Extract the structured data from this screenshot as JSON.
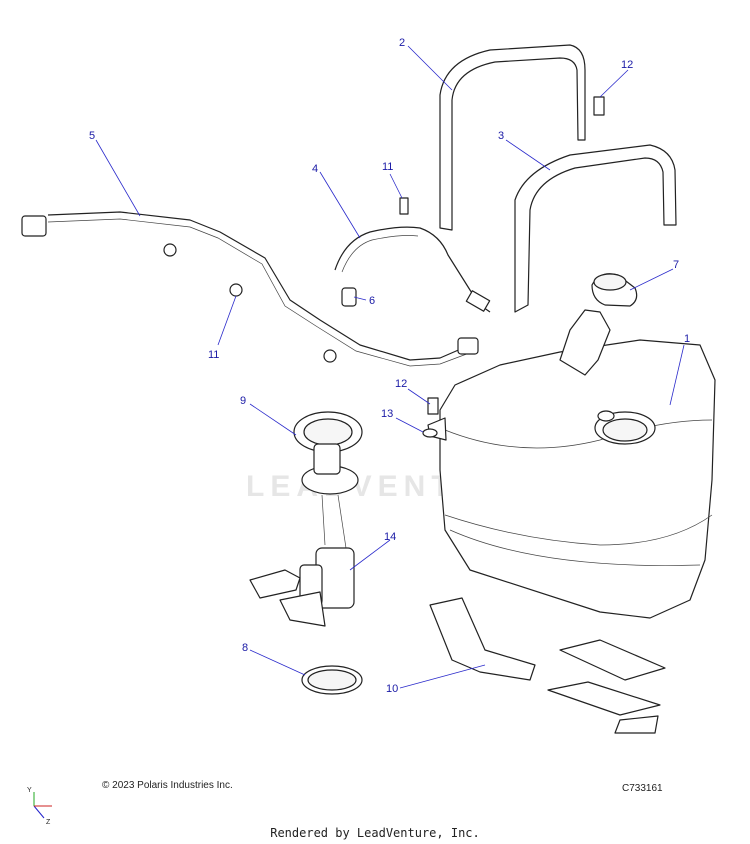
{
  "watermark": "LEADVENTURE",
  "callouts": [
    "1",
    "2",
    "3",
    "4",
    "5",
    "6",
    "7",
    "8",
    "9",
    "10",
    "11",
    "11",
    "12",
    "12",
    "13",
    "14"
  ],
  "footer": {
    "copyright": "© 2023 Polaris Industries Inc.",
    "code": "C733161",
    "rendered_by": "Rendered by LeadVenture, Inc."
  },
  "axes": {
    "y": "Y",
    "z": "Z"
  }
}
